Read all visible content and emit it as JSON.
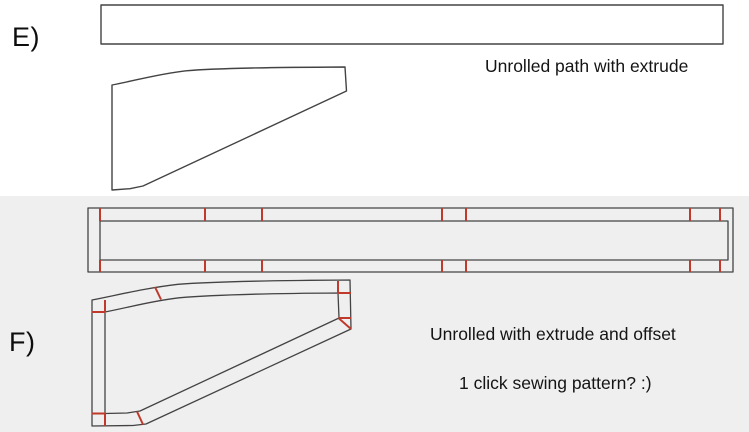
{
  "panel_e": {
    "label": "E)",
    "caption": "Unrolled path with extrude"
  },
  "panel_f": {
    "label": "F)",
    "caption_line1": "Unrolled with extrude and offset",
    "caption_line2": "1 click sewing pattern? :)"
  },
  "colors": {
    "outline": "#434343",
    "seam_mark": "#bf3a2b",
    "panel_e_background": "#ffffff",
    "panel_f_background": "#efefef"
  }
}
